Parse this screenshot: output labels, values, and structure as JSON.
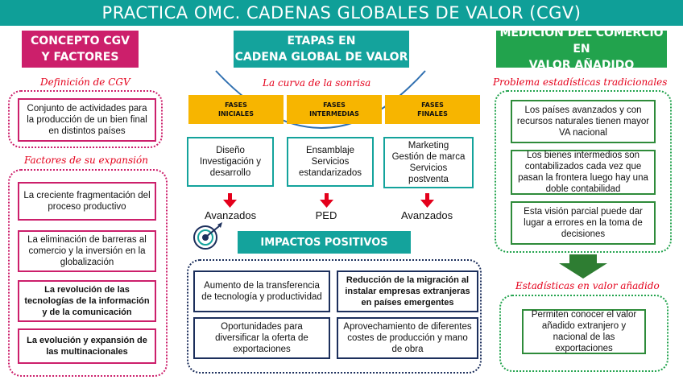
{
  "title": "PRACTICA OMC. CADENAS GLOBALES DE VALOR  (CGV)",
  "left": {
    "header": "CONCEPTO CGV\nY FACTORES",
    "definition_label": "Definición de CGV",
    "definition_text": "Conjunto de actividades para la producción de un bien final en distintos países",
    "factors_label": "Factores de su expansión",
    "factors": [
      "La creciente fragmentación del proceso productivo",
      "La eliminación de barreras al comercio y la inversión en la globalización",
      "La revolución de las tecnologías de la información y de la comunicación",
      "La evolución y expansión de las multinacionales"
    ]
  },
  "middle": {
    "header": "ETAPAS EN\nCADENA GLOBAL DE VALOR",
    "smile_label": "La curva de la sonrisa",
    "phases": [
      {
        "label": "FASES\nINICIALES",
        "activities": "Diseño\nInvestigación y\ndesarrollo",
        "level": "Avanzados"
      },
      {
        "label": "FASES\nINTERMEDIAS",
        "activities": "Ensamblaje\nServicios\nestandarizados",
        "level": "PED"
      },
      {
        "label": "FASES\nFINALES",
        "activities": "Marketing\nGestión de marca\nServicios\npostventa",
        "level": "Avanzados"
      }
    ],
    "impacts_header": "IMPACTOS POSITIVOS",
    "impacts": [
      "Aumento de la transferencia de tecnología y productividad",
      "Reducción de la migración al instalar empresas extranjeras en países emergentes",
      "Oportunidades para diversificar la oferta de exportaciones",
      "Aprovechamiento de diferentes costes de producción y mano de obra"
    ]
  },
  "right": {
    "header": "MEDICION DEL COMERCIO EN\nVALOR AÑADIDO",
    "problems_label": "Problema estadísticas tradicionales",
    "problems": [
      "Los países avanzados y con recursos naturales tienen mayor VA nacional",
      "Los bienes intermedios son contabilizados cada vez que pasan la frontera luego hay una doble contabilidad",
      "Esta visión parcial puede dar lugar a errores en la toma de decisiones"
    ],
    "stats_label": "Estadísticas en valor añadido",
    "stats_text": "Permiten conocer el valor añadido extranjero y nacional de las exportaciones"
  },
  "colors": {
    "title_bar": "#0f9f98",
    "pink": "#cc1f6b",
    "teal": "#14a39c",
    "green": "#22a34d",
    "phase_yellow": "#f7b500",
    "arrow_red": "#e4001b",
    "curve_blue": "#2f6fb0"
  }
}
